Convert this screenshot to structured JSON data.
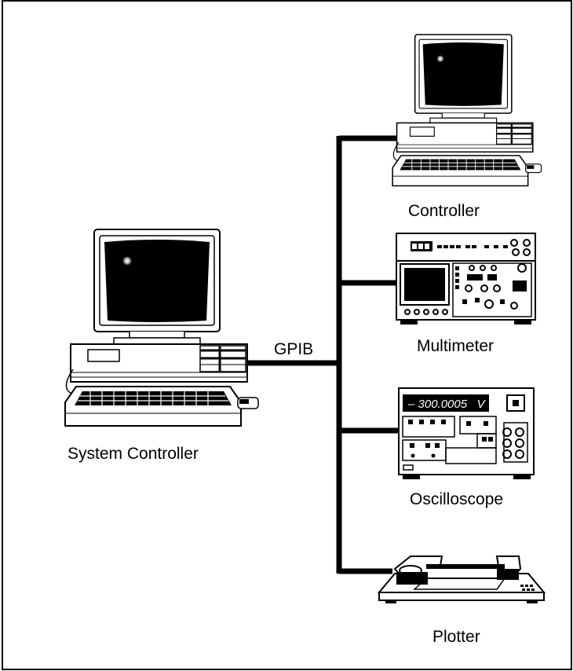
{
  "diagram": {
    "bus_label": "GPIB",
    "devices": [
      {
        "label": "System Controller",
        "icon": "computer-icon"
      },
      {
        "label": "Controller",
        "icon": "computer-icon"
      },
      {
        "label": "Multimeter",
        "icon": "instrument-icon"
      },
      {
        "label": "Oscilloscope",
        "icon": "instrument-icon"
      },
      {
        "label": "Plotter",
        "icon": "plotter-icon"
      }
    ],
    "oscilloscope_display": "– 300.0005   V"
  }
}
